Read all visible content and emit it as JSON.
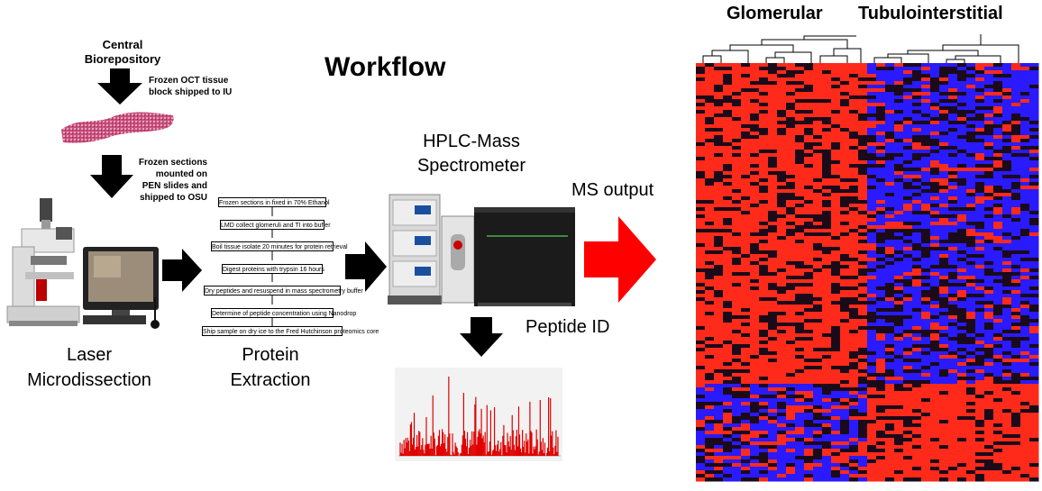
{
  "title": "Workflow",
  "source": {
    "name": "Central Biorepository",
    "shipment_note": "Frozen OCT tissue block shipped to IU",
    "section_note": "Frozen sections mounted on PEN slides and shipped to OSU"
  },
  "stages": {
    "laser": "Laser Microdissection",
    "protein": "Protein Extraction",
    "hplc": "HPLC-Mass Spectrometer",
    "ms_output": "MS output",
    "peptide": "Peptide ID"
  },
  "protocol_steps": [
    "Frozen sections in fixed in 70% Ethanol",
    "LMD collect glomeruli and TI into buffer",
    "Boil tissue isolate 20 minutes for protein retrieval",
    "Digest proteins with trypsin 16 hours",
    "Dry peptides and resuspend in mass spectrometry buffer",
    "Determine of peptide concentration using Nanodrop",
    "Ship sample on dry ice to the Fred Hutchinson proteomics core"
  ],
  "heatmap": {
    "left_label": "Glomerular",
    "right_label": "Tubulointerstitial",
    "colors": {
      "high": "#ff2a1a",
      "low": "#2a1aff",
      "mid": "#1a0a1a"
    }
  },
  "colors": {
    "arrow_black": "#000000",
    "arrow_red": "#ff0000",
    "spectrum": "#e00000"
  }
}
